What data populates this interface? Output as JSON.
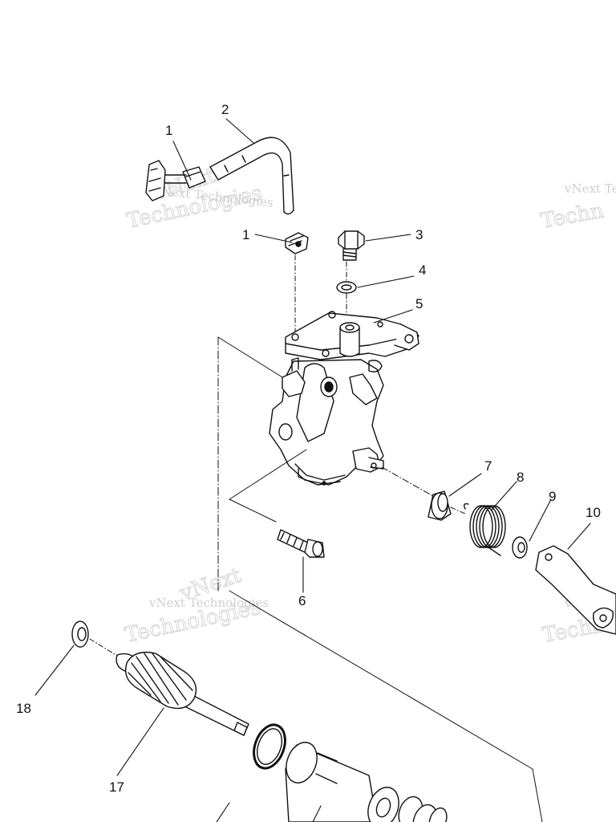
{
  "callouts": [
    "1",
    "2",
    "1",
    "3",
    "4",
    "5",
    "7",
    "8",
    "9",
    "10",
    "6",
    "18",
    "17"
  ],
  "watermark": {
    "line1": "vNext Technologies",
    "line2": "vNext",
    "line3": "Technologies",
    "top_right": "vNext Te",
    "top_right_big": "Techn",
    "mid_right": "vNext Te",
    "mid_right_big": "Techn"
  },
  "colors": {
    "ink": "#111111",
    "watermark": "#cfcfcf"
  }
}
